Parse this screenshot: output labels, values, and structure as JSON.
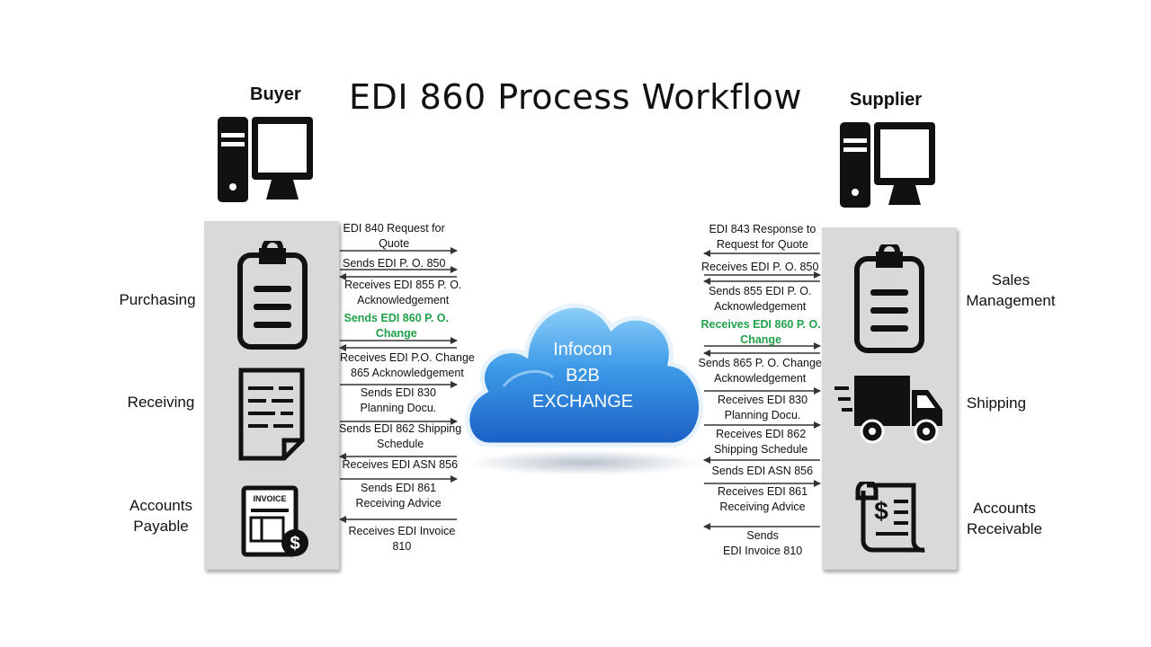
{
  "title": "EDI 860 Process Workflow",
  "buyer": {
    "label": "Buyer",
    "departments": [
      "Purchasing",
      "Receiving",
      "Accounts\nPayable"
    ]
  },
  "supplier": {
    "label": "Supplier",
    "departments": [
      "Sales\nManagement",
      "Shipping",
      "Accounts\nReceivable"
    ]
  },
  "exchange": {
    "line1": "Infocon",
    "line2": "B2B",
    "line3": "EXCHANGE"
  },
  "invoice_icon_text": "INVOICE",
  "buyer_messages": [
    {
      "text": "EDI 840 Request for\nQuote",
      "direction": "out"
    },
    {
      "text": "Sends EDI P. O. 850",
      "direction": "out"
    },
    {
      "text": "Receives EDI 855 P. O.\nAcknowledgement",
      "direction": "in"
    },
    {
      "text": "Sends EDI 860 P. O.\nChange",
      "direction": "out",
      "highlight": true
    },
    {
      "text": "Receives EDI P.O. Change\n865 Acknowledgement",
      "direction": "in"
    },
    {
      "text": "Sends EDI 830\nPlanning Docu.",
      "direction": "out"
    },
    {
      "text": "Sends EDI 862 Shipping\nSchedule",
      "direction": "out"
    },
    {
      "text": "Receives EDI ASN 856",
      "direction": "in"
    },
    {
      "text": "Sends EDI 861\nReceiving Advice",
      "direction": "out"
    },
    {
      "text": "Receives EDI Invoice\n810",
      "direction": "in"
    }
  ],
  "supplier_messages": [
    {
      "text": "EDI 843 Response to\nRequest for Quote",
      "direction": "out"
    },
    {
      "text": "Receives EDI P. O. 850",
      "direction": "in"
    },
    {
      "text": "Sends 855 EDI P. O.\nAcknowledgement",
      "direction": "out"
    },
    {
      "text": "Receives EDI 860 P. O.\nChange",
      "direction": "in",
      "highlight": true
    },
    {
      "text": "Sends 865 P. O. Change\nAcknowledgement",
      "direction": "out"
    },
    {
      "text": "Receives EDI 830\nPlanning Docu.",
      "direction": "in"
    },
    {
      "text": "Receives EDI 862\nShipping Schedule",
      "direction": "in"
    },
    {
      "text": "Sends EDI ASN 856",
      "direction": "out"
    },
    {
      "text": "Receives EDI 861\nReceiving Advice",
      "direction": "in"
    },
    {
      "text": "Sends\nEDI Invoice 810",
      "direction": "out"
    }
  ],
  "colors": {
    "highlight_text": "#21a04a",
    "panel": "#d9d9d9",
    "cloud_top": "#7cc4f4",
    "cloud_bottom": "#1c6fd0",
    "icon": "#111111"
  }
}
